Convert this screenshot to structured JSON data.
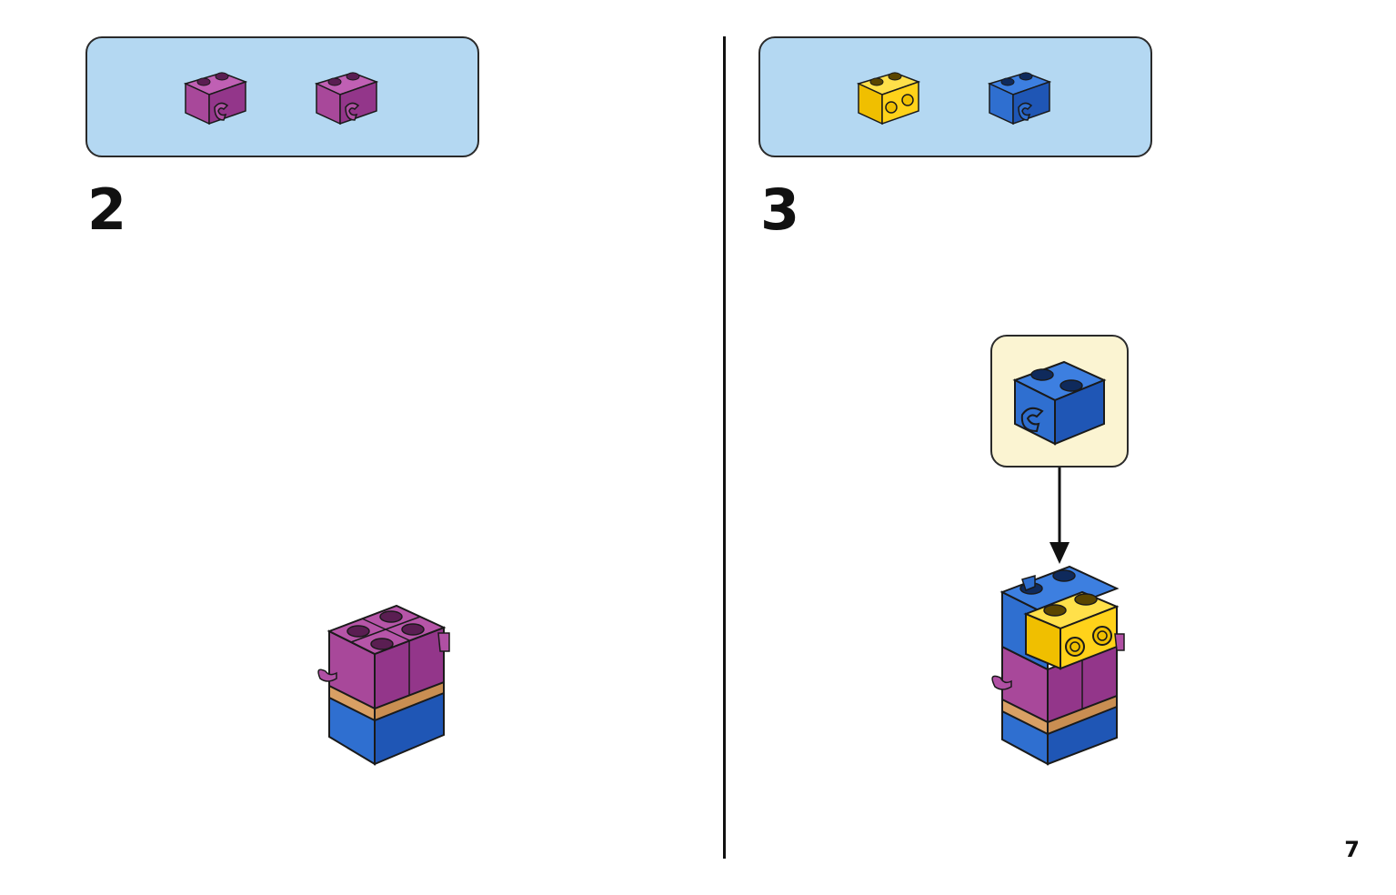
{
  "page": {
    "number": "7"
  },
  "colors": {
    "magenta_top": "#a8489a",
    "magenta_side": "#93368a",
    "blue_top": "#2f6fd0",
    "blue_side": "#1f56b5",
    "yellow_top": "#ffd21a",
    "yellow_side": "#f0bf00",
    "tan": "#d9a064",
    "outline": "#1a1a1a",
    "parts_bg": "#b4d8f2",
    "callout_bg": "#fbf4d2"
  },
  "steps": [
    {
      "number": "2",
      "parts": [
        "magenta-brick-1x2-with-clip",
        "magenta-brick-1x2-with-clip"
      ]
    },
    {
      "number": "3",
      "parts": [
        "yellow-brick-1x2-with-studs-side",
        "blue-brick-1x2-with-clip"
      ]
    }
  ]
}
